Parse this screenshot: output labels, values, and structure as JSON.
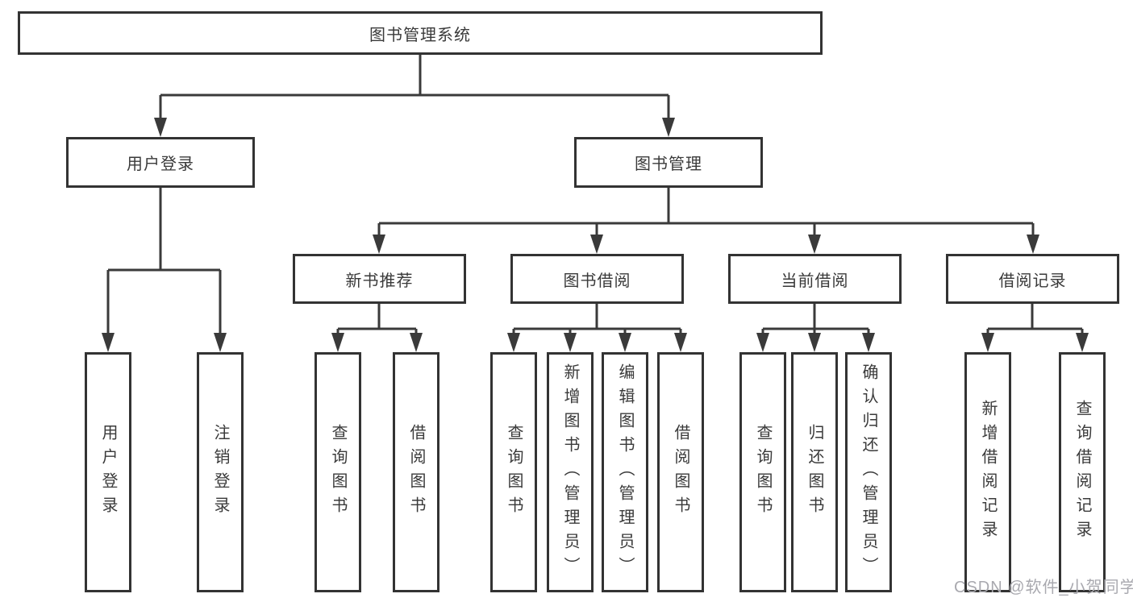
{
  "tree": {
    "label": "图书管理系统",
    "children": [
      {
        "label": "用户登录",
        "children": [
          {
            "label": "用户登录"
          },
          {
            "label": "注销登录"
          }
        ]
      },
      {
        "label": "图书管理",
        "children": [
          {
            "label": "新书推荐",
            "children": [
              {
                "label": "查询图书"
              },
              {
                "label": "借阅图书"
              }
            ]
          },
          {
            "label": "图书借阅",
            "children": [
              {
                "label": "查询图书"
              },
              {
                "label": "新增图书（管理员）"
              },
              {
                "label": "编辑图书（管理员）"
              },
              {
                "label": "借阅图书"
              }
            ]
          },
          {
            "label": "当前借阅",
            "children": [
              {
                "label": "查询图书"
              },
              {
                "label": "归还图书"
              },
              {
                "label": "确认归还（管理员）"
              }
            ]
          },
          {
            "label": "借阅记录",
            "children": [
              {
                "label": "新增借阅记录"
              },
              {
                "label": "查询借阅记录"
              }
            ]
          }
        ]
      }
    ]
  },
  "watermark": "CSDN @软件_小贺同学",
  "colors": {
    "line": "#3a3a3a",
    "box_border": "#333333",
    "text": "#3a3a3a",
    "watermark": "#a9a9af",
    "background": "#ffffff"
  }
}
